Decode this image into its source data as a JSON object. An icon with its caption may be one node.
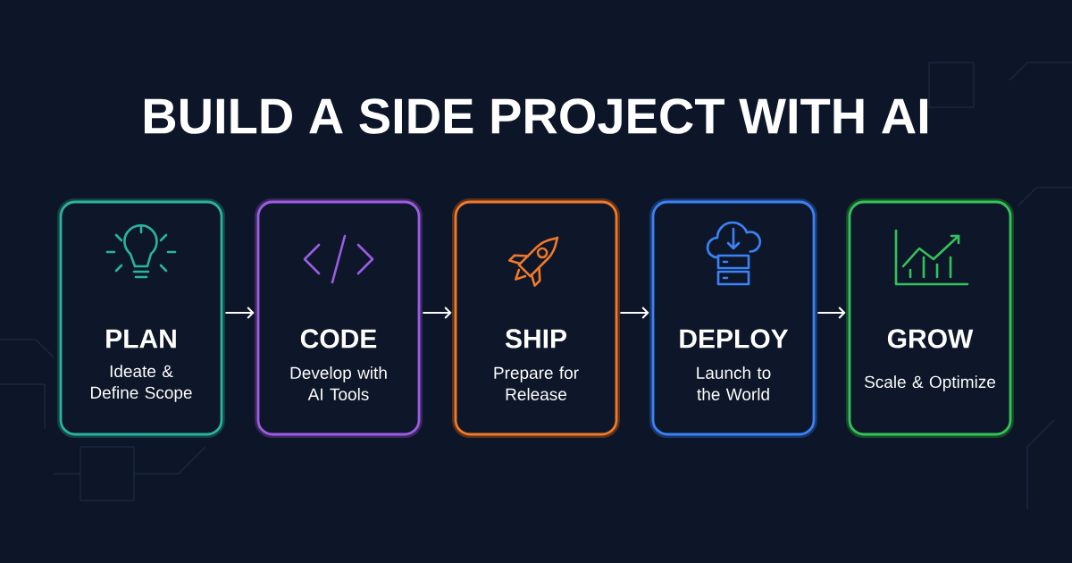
{
  "diagram": {
    "title": "BUILD A SIDE PROJECT WITH AI",
    "nodes": [
      {
        "text": [
          "PLAN",
          "Ideate & Define Scope"
        ]
      },
      {
        "text": [
          "CODE",
          "Develop with AI Tools"
        ]
      },
      {
        "text": [
          "SHIP",
          "Prepare for Release"
        ]
      },
      {
        "text": [
          "DEPLOY",
          "Launch to the World"
        ]
      },
      {
        "text": [
          "GROW",
          "Scale & Optimize"
        ]
      }
    ],
    "edges": [
      {
        "from": 0,
        "to": 1,
        "arrow": "to"
      },
      {
        "from": 1,
        "to": 2,
        "arrow": "to"
      },
      {
        "from": 2,
        "to": 3,
        "arrow": "to"
      },
      {
        "from": 3,
        "to": 4,
        "arrow": "to"
      }
    ]
  }
}
